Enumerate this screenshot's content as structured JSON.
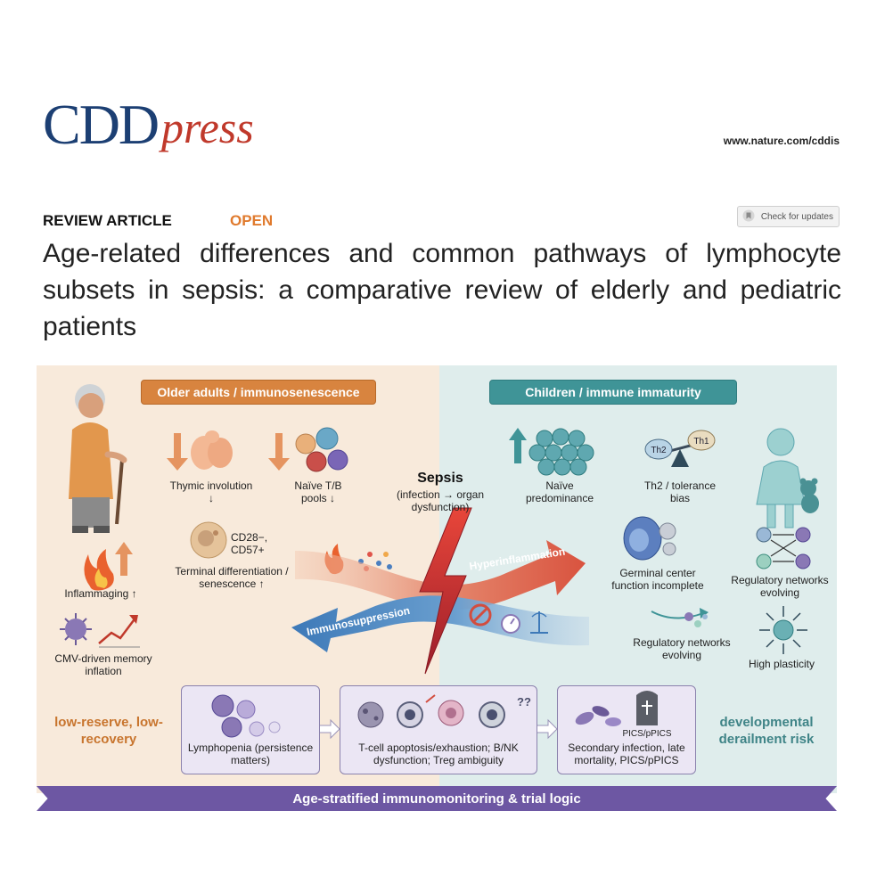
{
  "header": {
    "logo_main": "CDD",
    "logo_sub": "press",
    "url": "www.nature.com/cddis",
    "article_type": "REVIEW ARTICLE",
    "access": "OPEN",
    "check_updates": "Check for updates",
    "title": "Age-related differences and common pathways of lymphocyte subsets in sepsis: a comparative review of elderly and pediatric patients"
  },
  "figure": {
    "left_header": "Older adults / immunosenescence",
    "right_header": "Children / immune immaturity",
    "thymic": "Thymic involution ↓",
    "naive_tb": "Naïve T/B pools ↓",
    "cd28": "CD28−, CD57+",
    "terminal": "Terminal differentiation / senescence ↑",
    "inflammaging": "Inflammaging ↑",
    "cmv": "CMV-driven memory inflation",
    "sepsis_title": "Sepsis",
    "sepsis_sub": "(infection → organ dysfunction)",
    "naive_pred": "Naïve predominance",
    "th_bias": "Th2 / tolerance bias",
    "th1": "Th1",
    "th2": "Th2",
    "germinal": "Germinal center function incomplete",
    "reg_net_1": "Regulatory networks evolving",
    "reg_net_2": "Regulatory networks evolving",
    "plasticity": "High plasticity",
    "hyperinflammation": "Hyperinflammation",
    "immunosuppression": "Immunosuppression",
    "left_conclusion": "low-reserve, low-recovery",
    "right_conclusion": "developmental derailment risk",
    "panel_1": "Lymphopenia (persistence matters)",
    "panel_2": "T-cell apoptosis/exhaustion; B/NK dysfunction; Treg ambiguity",
    "panel_3": "Secondary infection, late mortality, PICS/pPICS",
    "pics_badge": "PICS/pPICS",
    "question_marks": "??",
    "banner": "Age-stratified immunomonitoring & trial logic"
  },
  "colors": {
    "brand_blue": "#1c3f73",
    "brand_red": "#c0392b",
    "open_orange": "#e07a2d",
    "left_accent": "#d8843f",
    "right_accent": "#3f9497",
    "banner_purple": "#6d57a3"
  }
}
